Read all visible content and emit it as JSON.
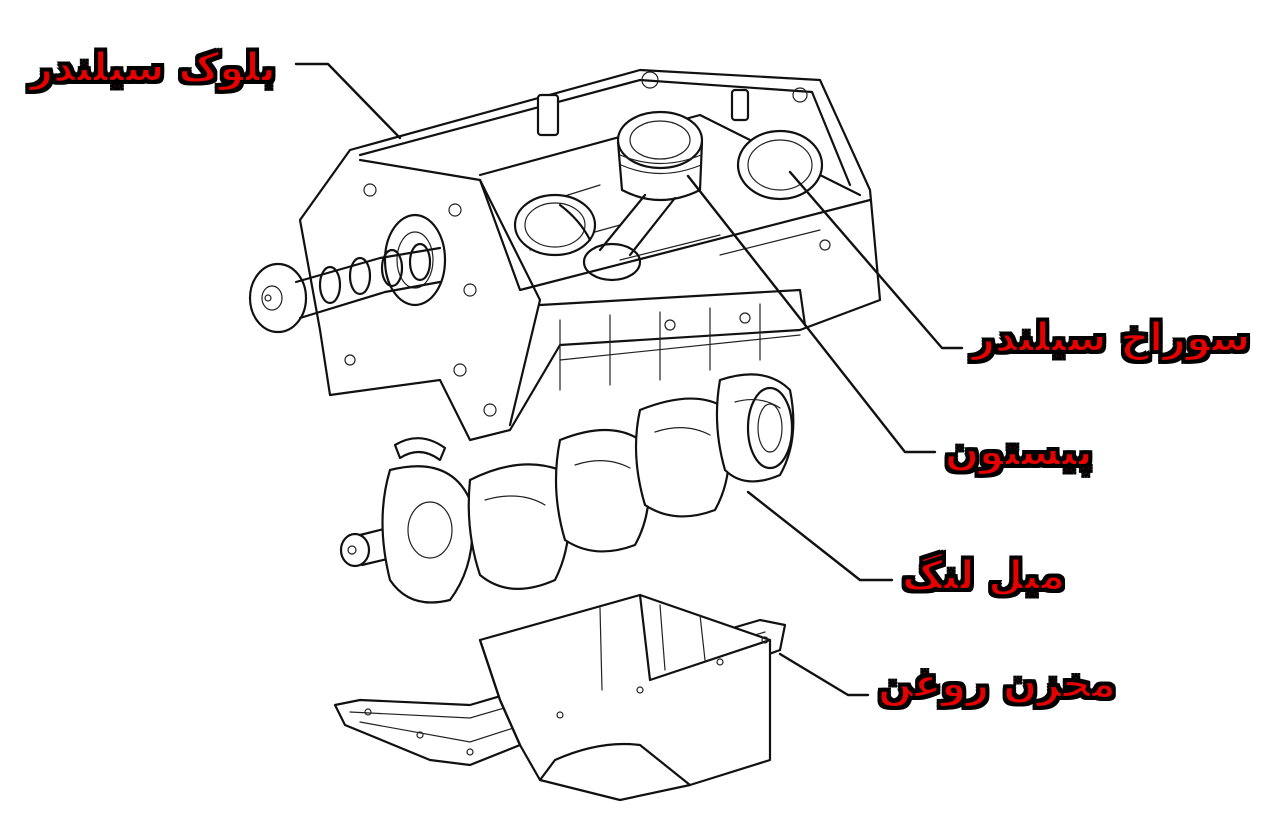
{
  "labels": {
    "cylinder_block": "بلوک سیلندر",
    "cylinder_bore": "سوراخ سیلندر",
    "piston": "پیستون",
    "crankshaft": "میل لنگ",
    "oil_pan": "مخزن روغن"
  },
  "colors": {
    "label_text": "#e60000",
    "label_outline": "#000000",
    "line_art": "#111111",
    "background": "#ffffff"
  }
}
